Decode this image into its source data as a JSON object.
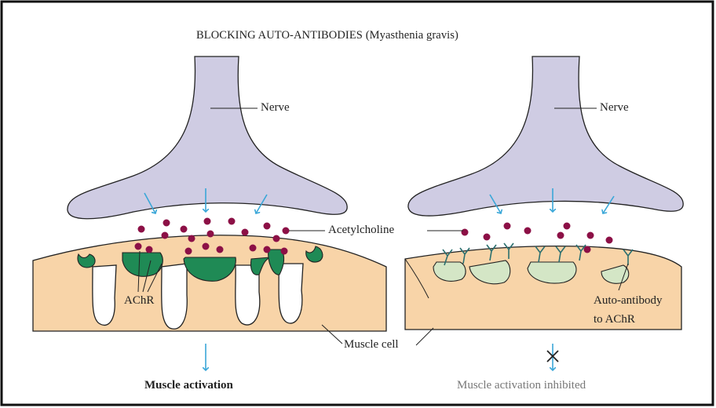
{
  "title": "BLOCKING AUTO-ANTIBODIES (Myasthenia gravis)",
  "labels": {
    "nerve_left": "Nerve",
    "nerve_right": "Nerve",
    "acetylcholine": "Acetylcholine",
    "achr": "AChR",
    "muscle_cell": "Muscle cell",
    "auto_antibody_line1": "Auto-antibody",
    "auto_antibody_line2": "to AChR",
    "outcome_left": "Muscle activation",
    "outcome_right": "Muscle activation inhibited"
  },
  "colors": {
    "nerve": "#cfcce3",
    "muscle": "#f8d4a8",
    "receptor_active": "#1f8a55",
    "receptor_blocked": "#d4e6c6",
    "acetylcholine": "#8c1046",
    "arrow": "#3aa7d8",
    "frame": "#111111"
  },
  "icons": {
    "release_arrow": "down-arrow-icon",
    "blocked_arrow": "crossed-down-arrow-icon"
  }
}
